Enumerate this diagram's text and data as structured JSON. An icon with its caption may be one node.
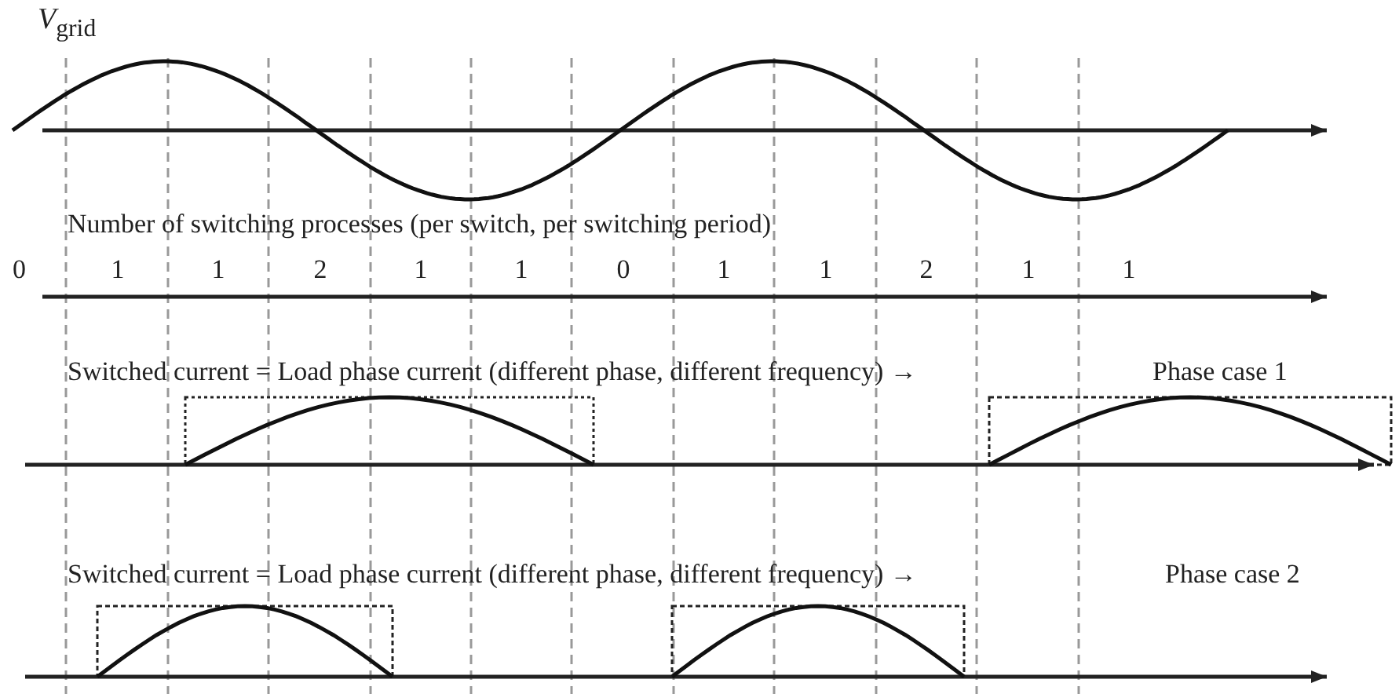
{
  "diagram": {
    "labels": [
      "*V*$_{grid}$",
      "Number of switching processes (per switch, per switching period)",
      "0",
      "1",
      "1",
      "2",
      "1",
      "1",
      "0",
      "1",
      "1",
      "2",
      "1",
      "1",
      "Switched current = Load phase current (different phase, different frequency) →",
      "Phase case 1",
      "Switched current = Load phase current (different phase, different frequency) →",
      "Phase case 2"
    ]
  }
}
